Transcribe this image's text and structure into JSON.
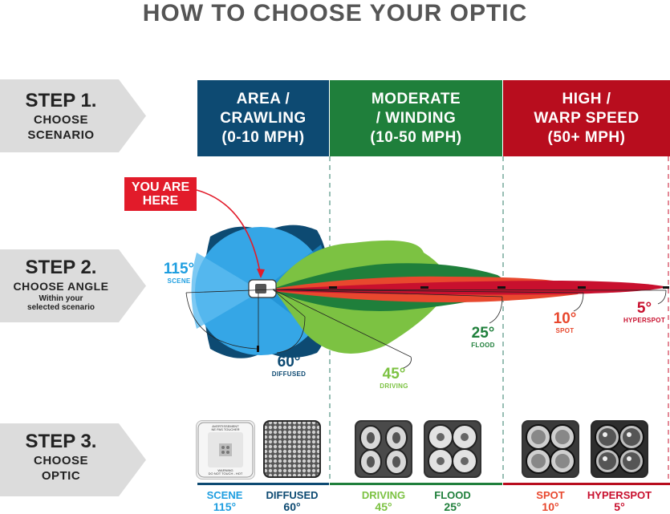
{
  "title": "HOW TO CHOOSE YOUR OPTIC",
  "steps": [
    {
      "head": "STEP 1.",
      "sub1": "CHOOSE",
      "sub2": "SCENARIO"
    },
    {
      "head": "STEP 2.",
      "sub1": "CHOOSE ANGLE",
      "tiny1": "Within your",
      "tiny2": "selected scenario"
    },
    {
      "head": "STEP 3.",
      "sub1": "CHOOSE",
      "sub2": "OPTIC"
    }
  ],
  "scenarios": [
    {
      "l1": "AREA /",
      "l2": "CRAWLING",
      "l3": "(0-10 MPH)",
      "color": "#0d4a72"
    },
    {
      "l1": "MODERATE",
      "l2": "/ WINDING",
      "l3": "(10-50 MPH)",
      "color": "#1f7f3b"
    },
    {
      "l1": "HIGH /",
      "l2": "WARP SPEED",
      "l3": "(50+ MPH)",
      "color": "#b80d1e"
    }
  ],
  "here": {
    "l1": "YOU ARE",
    "l2": "HERE"
  },
  "angles": [
    {
      "num": "115°",
      "label": "SCENE",
      "color": "#1e9ee0"
    },
    {
      "num": "60°",
      "label": "DIFFUSED",
      "color": "#0d4a72"
    },
    {
      "num": "45°",
      "label": "DRIVING",
      "color": "#7cc242"
    },
    {
      "num": "25°",
      "label": "FLOOD",
      "color": "#1f7f3b"
    },
    {
      "num": "10°",
      "label": "SPOT",
      "color": "#e8482e"
    },
    {
      "num": "5°",
      "label": "HYPERSPOT",
      "color": "#c8102e"
    }
  ],
  "optics": [
    {
      "label": "SCENE",
      "deg": "115°",
      "color": "#1e9ee0"
    },
    {
      "label": "DIFFUSED",
      "deg": "60°",
      "color": "#0d4a72"
    },
    {
      "label": "DRIVING",
      "deg": "45°",
      "color": "#7cc242"
    },
    {
      "label": "FLOOD",
      "deg": "25°",
      "color": "#1f7f3b"
    },
    {
      "label": "SPOT",
      "deg": "10°",
      "color": "#e8482e"
    },
    {
      "label": "HYPERSPOT",
      "deg": "5°",
      "color": "#c8102e"
    }
  ],
  "scene_optic_text": {
    "top1": "AVERTISSEMENT",
    "top2": "NE PAS TOUCHER",
    "bot1": "WARNING",
    "bot2": "DO NOT TOUCH - HOT"
  }
}
